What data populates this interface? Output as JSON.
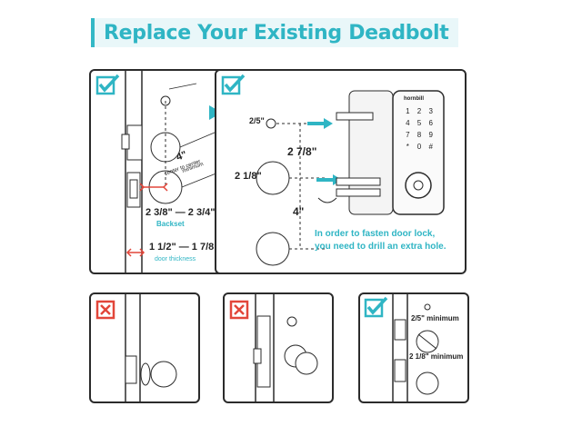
{
  "title": "Replace Your Existing Deadbolt",
  "panel1": {
    "center_distance_label": "4\"",
    "center_note_line1": "center to center",
    "center_note_line2": "minimum",
    "backset_value": "2 3/8\" — 2 3/4\"",
    "backset_label": "Backset",
    "door_value": "1 1/2\" — 1 7/8\"",
    "door_label": "door thickness",
    "status_icon": "check-icon"
  },
  "panel2": {
    "small_hole": "2/5\"",
    "gap": "2 7/8\"",
    "large_hole": "2 1/8\"",
    "spacing": "4\"",
    "note_line1": "In order to fasten door lock,",
    "note_line2": "you need to drill an extra hole.",
    "keypad_brand": "hornbill",
    "keypad_keys": [
      "1",
      "2",
      "3",
      "4",
      "5",
      "6",
      "7",
      "8",
      "9",
      "*",
      "0",
      "#"
    ],
    "status_icon": "check-icon"
  },
  "panel3": {
    "status_icon": "x-icon"
  },
  "panel4": {
    "status_icon": "x-icon"
  },
  "panel5": {
    "min_hole_label": "2/5\" minimum",
    "min_bore_label": "2 1/8\" minimum",
    "status_icon": "check-icon"
  },
  "colors": {
    "accent": "#2fb5c4",
    "reject": "#e2463a",
    "outline": "#2b2b2b",
    "title_bg": "#e9f7f9"
  }
}
